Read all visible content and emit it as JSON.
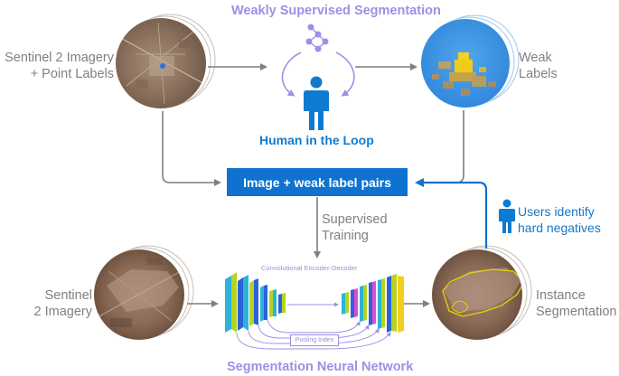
{
  "title": "Weakly Supervised Segmentation",
  "labels": {
    "input": "Sentinel 2 Imagery\n+ Point Labels",
    "weak": "Weak\nLabels",
    "human_loop": "Human in the Loop",
    "pairs": "Image + weak label pairs",
    "training": "Supervised\nTraining",
    "users": "Users identify\nhard negatives",
    "sentinel_bottom": "Sentinel\n2 Imagery",
    "instance": "Instance\nSegmentation",
    "encoder": "Convolutional Encoder-Decoder",
    "pooling": "Pooling Index",
    "network": "Segmentation Neural Network"
  },
  "colors": {
    "purple": "#a08fe6",
    "blue": "#0f72d0",
    "gray_arrow": "#7f7f7f",
    "segmentation_outline": "#e6d400"
  },
  "icons": [
    "network-graph-icon",
    "person-icon",
    "user-icon",
    "cycle-arrows-icon"
  ]
}
